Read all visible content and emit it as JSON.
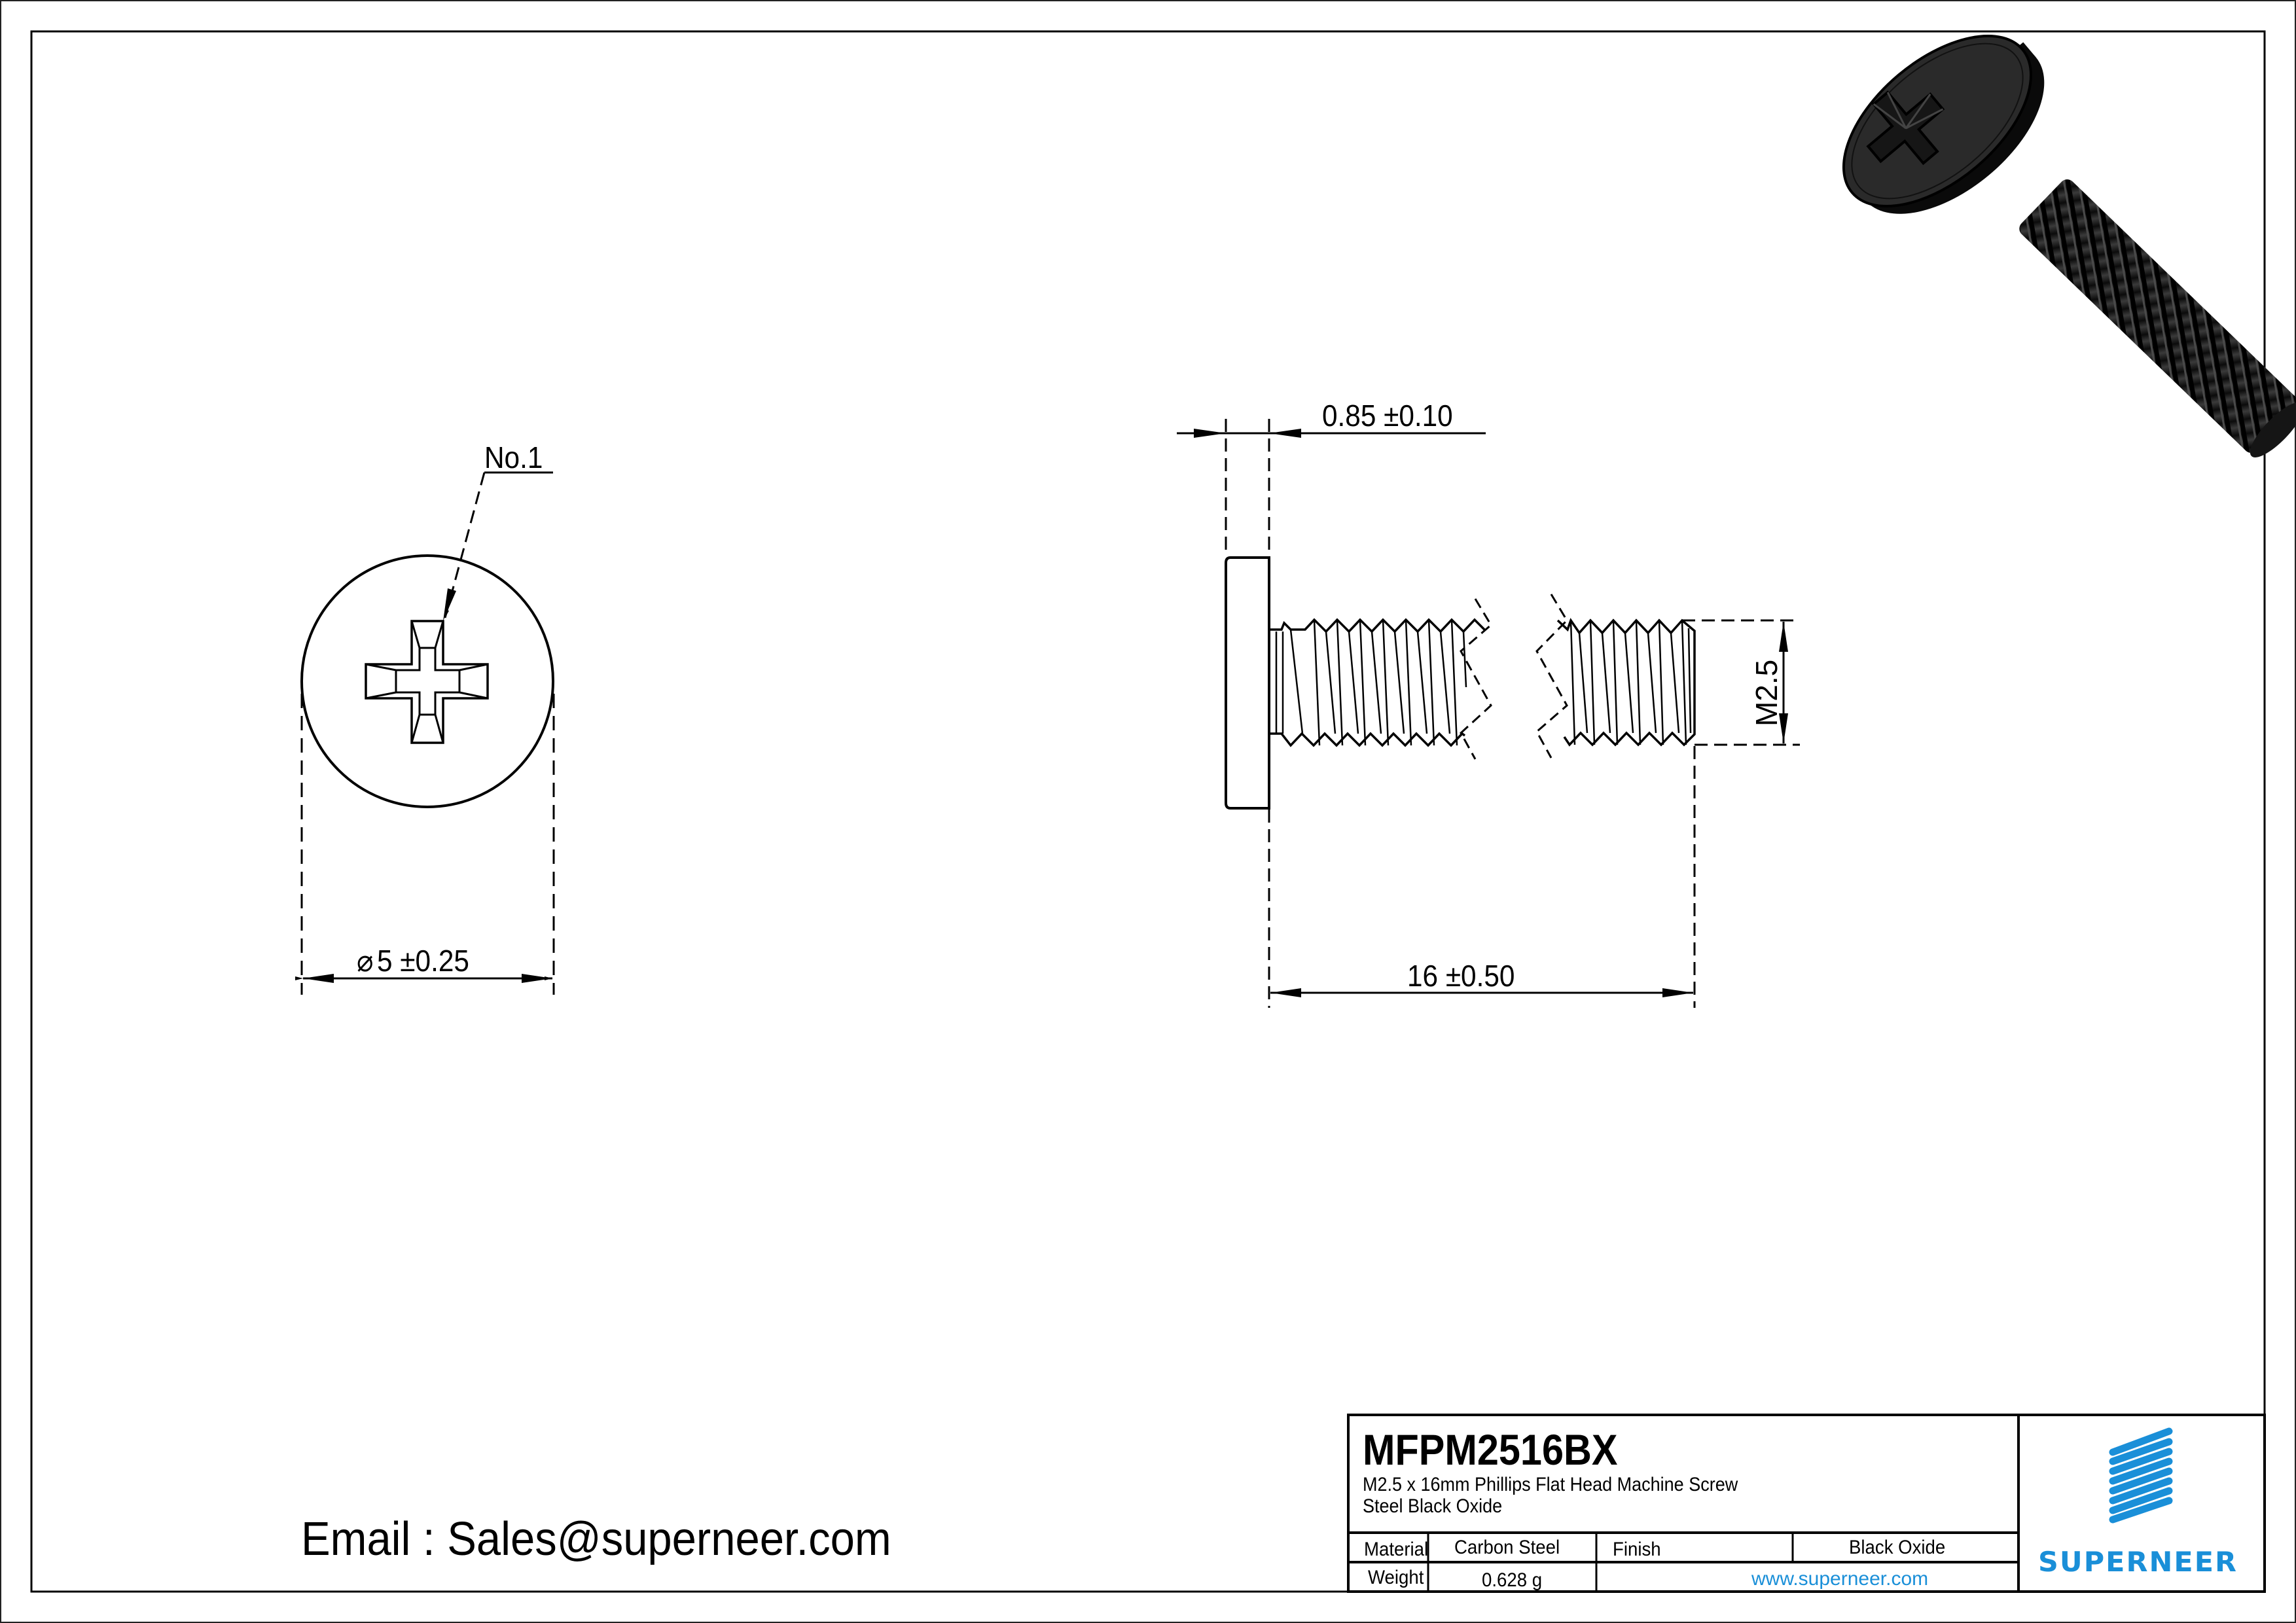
{
  "drawing": {
    "front_view": {
      "callout_label": "No.1",
      "diameter_symbol": "⌀",
      "diameter_dimension": "5 ±0.25"
    },
    "side_view": {
      "head_height_dimension": "0.85 ±0.10",
      "length_dimension": "16 ±0.50",
      "thread_size_dimension": "M2.5"
    }
  },
  "contact": {
    "email_line": "Email : Sales@superneer.com"
  },
  "title_block": {
    "part_number": "MFPM2516BX",
    "description_line1": "M2.5 x 16mm Phillips Flat Head Machine Screw",
    "description_line2": "Steel Black Oxide",
    "material_label": "Material",
    "material_value": "Carbon Steel",
    "finish_label": "Finish",
    "finish_value": "Black Oxide",
    "weight_label": "Weight",
    "weight_value": "0.628 g",
    "website": "www.superneer.com",
    "logo_text": "SUPERNEER"
  },
  "colors": {
    "brand_blue": "#1a8fd8",
    "line": "#000000",
    "screw_render": "#1c1c1c"
  }
}
